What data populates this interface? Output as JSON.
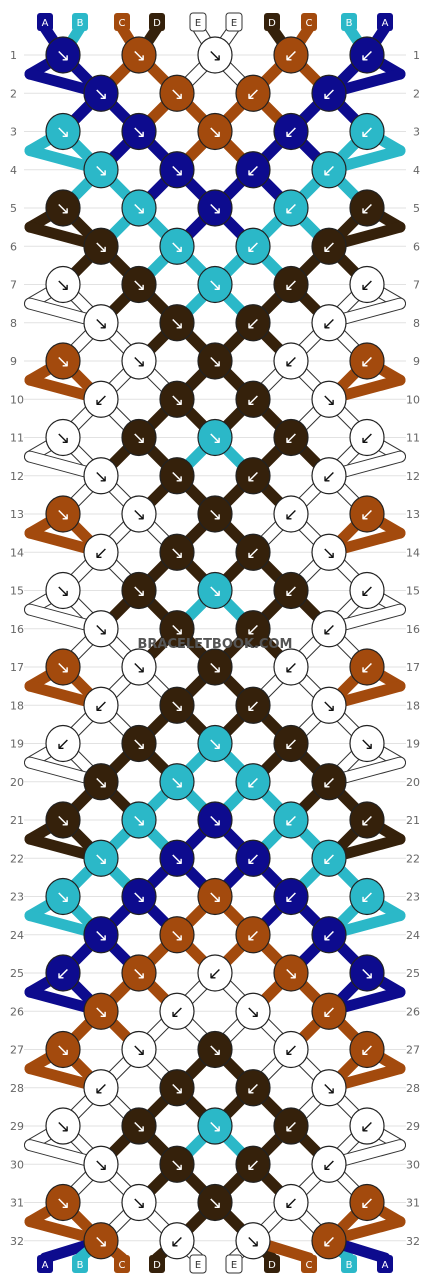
{
  "watermark": "BRACELETBOOK.COM",
  "colors": {
    "A": "#0d0b8e",
    "B": "#2bb8c8",
    "C": "#a34a0d",
    "D": "#35210b",
    "E": "#ffffff"
  },
  "strings": [
    "A",
    "B",
    "C",
    "D",
    "E",
    "E",
    "D",
    "C",
    "B",
    "A"
  ],
  "rows": [
    "1",
    "2",
    "3",
    "4",
    "5",
    "6",
    "7",
    "8",
    "9",
    "10",
    "11",
    "12",
    "13",
    "14",
    "15",
    "16",
    "17",
    "18",
    "19",
    "20",
    "21",
    "22",
    "23",
    "24",
    "25",
    "26",
    "27",
    "28",
    "29",
    "30",
    "31",
    "32"
  ],
  "knots": [
    [
      "A",
      "C",
      "E",
      "C",
      "A"
    ],
    [
      "A",
      "C",
      "C",
      "A"
    ],
    [
      "B",
      "A",
      "C",
      "A",
      "B"
    ],
    [
      "B",
      "A",
      "A",
      "B"
    ],
    [
      "D",
      "B",
      "A",
      "B",
      "D"
    ],
    [
      "D",
      "B",
      "B",
      "D"
    ],
    [
      "E",
      "D",
      "B",
      "D",
      "E"
    ],
    [
      "E",
      "D",
      "D",
      "E"
    ],
    [
      "C",
      "E",
      "D",
      "E",
      "C"
    ],
    [
      "E",
      "D",
      "D",
      "E"
    ],
    [
      "E",
      "D",
      "B",
      "D",
      "E"
    ],
    [
      "E",
      "D",
      "D",
      "E"
    ],
    [
      "C",
      "E",
      "D",
      "E",
      "C"
    ],
    [
      "E",
      "D",
      "D",
      "E"
    ],
    [
      "E",
      "D",
      "B",
      "D",
      "E"
    ],
    [
      "E",
      "D",
      "D",
      "E"
    ],
    [
      "C",
      "E",
      "D",
      "E",
      "C"
    ],
    [
      "E",
      "D",
      "D",
      "E"
    ],
    [
      "E",
      "D",
      "B",
      "D",
      "E"
    ],
    [
      "D",
      "B",
      "B",
      "D"
    ],
    [
      "D",
      "B",
      "A",
      "B",
      "D"
    ],
    [
      "B",
      "A",
      "A",
      "B"
    ],
    [
      "B",
      "A",
      "C",
      "A",
      "B"
    ],
    [
      "A",
      "C",
      "C",
      "A"
    ],
    [
      "A",
      "C",
      "E",
      "C",
      "A"
    ],
    [
      "C",
      "E",
      "E",
      "C"
    ],
    [
      "C",
      "E",
      "D",
      "E",
      "C"
    ],
    [
      "E",
      "D",
      "D",
      "E"
    ],
    [
      "E",
      "D",
      "B",
      "D",
      "E"
    ],
    [
      "E",
      "D",
      "D",
      "E"
    ],
    [
      "C",
      "E",
      "D",
      "E",
      "C"
    ],
    [
      "C",
      "E",
      "E",
      "C"
    ]
  ],
  "arrows": [
    [
      "↘",
      "↘",
      "↘",
      "↙",
      "↙"
    ],
    [
      "↘",
      "↘",
      "↙",
      "↙"
    ],
    [
      "↘",
      "↘",
      "↘",
      "↙",
      "↙"
    ],
    [
      "↘",
      "↘",
      "↙",
      "↙"
    ],
    [
      "↘",
      "↘",
      "↘",
      "↙",
      "↙"
    ],
    [
      "↘",
      "↘",
      "↙",
      "↙"
    ],
    [
      "↘",
      "↘",
      "↘",
      "↙",
      "↙"
    ],
    [
      "↘",
      "↘",
      "↙",
      "↙"
    ],
    [
      "↘",
      "↘",
      "↘",
      "↙",
      "↙"
    ],
    [
      "↙",
      "↘",
      "↙",
      "↘"
    ],
    [
      "↘",
      "↘",
      "↘",
      "↙",
      "↙"
    ],
    [
      "↘",
      "↘",
      "↙",
      "↙"
    ],
    [
      "↘",
      "↘",
      "↘",
      "↙",
      "↙"
    ],
    [
      "↙",
      "↘",
      "↙",
      "↘"
    ],
    [
      "↘",
      "↘",
      "↘",
      "↙",
      "↙"
    ],
    [
      "↘",
      "↘",
      "↙",
      "↙"
    ],
    [
      "↘",
      "↘",
      "↘",
      "↙",
      "↙"
    ],
    [
      "↙",
      "↘",
      "↙",
      "↘"
    ],
    [
      "↙",
      "↘",
      "↘",
      "↙",
      "↘"
    ],
    [
      "↘",
      "↘",
      "↙",
      "↙"
    ],
    [
      "↘",
      "↘",
      "↘",
      "↙",
      "↙"
    ],
    [
      "↘",
      "↘",
      "↙",
      "↙"
    ],
    [
      "↘",
      "↘",
      "↘",
      "↙",
      "↙"
    ],
    [
      "↘",
      "↘",
      "↙",
      "↙"
    ],
    [
      "↙",
      "↘",
      "↙",
      "↘",
      "↘"
    ],
    [
      "↘",
      "↙",
      "↘",
      "↙"
    ],
    [
      "↘",
      "↘",
      "↘",
      "↙",
      "↙"
    ],
    [
      "↙",
      "↘",
      "↙",
      "↘"
    ],
    [
      "↘",
      "↘",
      "↘",
      "↙",
      "↙"
    ],
    [
      "↘",
      "↘",
      "↙",
      "↙"
    ],
    [
      "↘",
      "↘",
      "↘",
      "↙",
      "↙"
    ],
    [
      "↘",
      "↙",
      "↘",
      "↙"
    ]
  ]
}
